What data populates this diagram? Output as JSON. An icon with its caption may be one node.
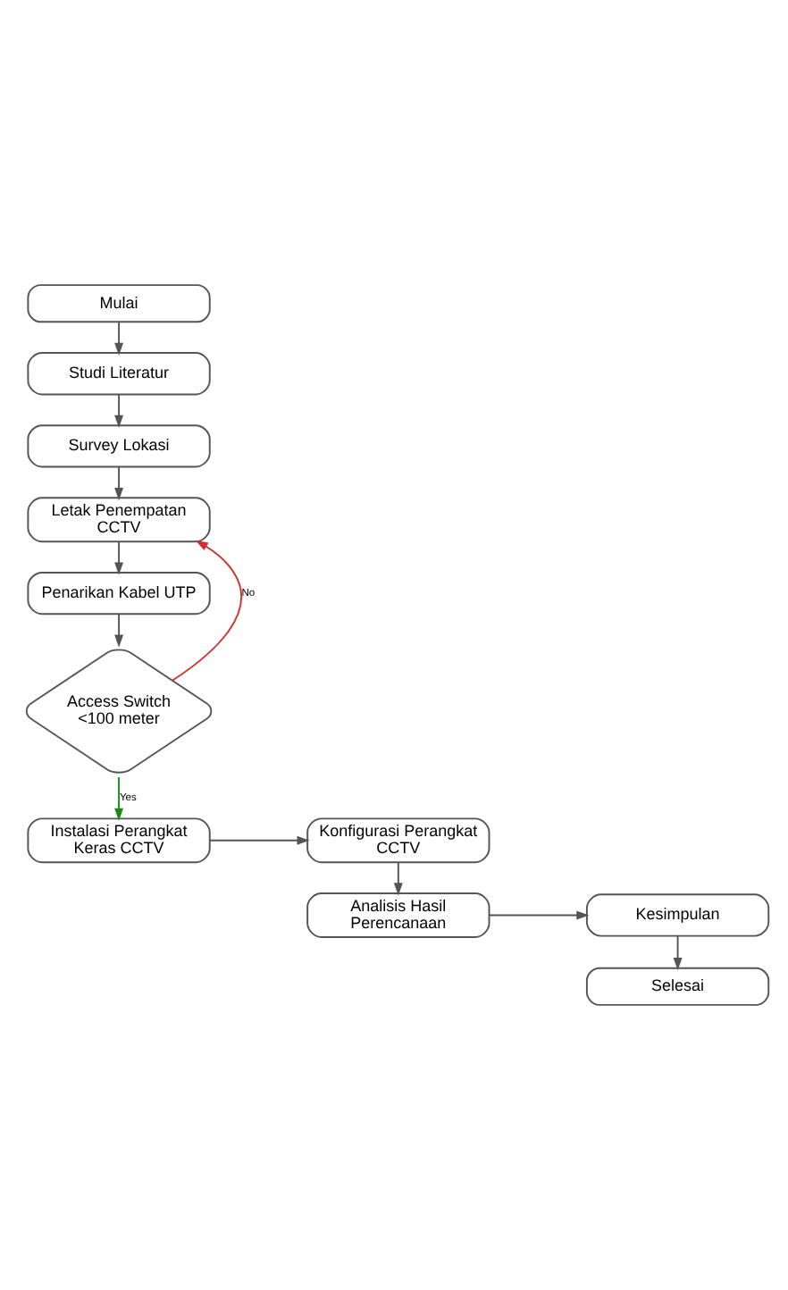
{
  "diagram": {
    "nodes": [
      {
        "text": [
          "Mulai"
        ]
      },
      {
        "text": [
          "Studi Literatur"
        ]
      },
      {
        "text": [
          "Survey Lokasi"
        ]
      },
      {
        "text": [
          "Letak Penempatan CCTV"
        ]
      },
      {
        "text": [
          "Penarikan Kabel UTP"
        ]
      },
      {
        "text": [
          "Access Switch <100 meter"
        ]
      },
      {
        "text": [
          "Instalasi Perangkat Keras CCTV"
        ]
      },
      {
        "text": [
          "Konfigurasi Perangkat CCTV"
        ]
      },
      {
        "text": [
          "Analisis Hasil Perencanaan"
        ]
      },
      {
        "text": [
          "Kesimpulan"
        ]
      },
      {
        "text": [
          "Selesai"
        ]
      }
    ],
    "edges": [
      {
        "from": 0,
        "to": 1,
        "arrow": "to"
      },
      {
        "from": 1,
        "to": 2,
        "arrow": "to"
      },
      {
        "from": 2,
        "to": 3,
        "arrow": "to"
      },
      {
        "from": 3,
        "to": 4,
        "arrow": "to"
      },
      {
        "from": 4,
        "to": 5,
        "arrow": "to"
      },
      {
        "from": 5,
        "to": 3,
        "arrow": "to",
        "label": "No",
        "color": "#d32f2f"
      },
      {
        "from": 5,
        "to": 6,
        "arrow": "to",
        "label": "Yes",
        "color": "#1e8a1e"
      },
      {
        "from": 6,
        "to": 7,
        "arrow": "to"
      },
      {
        "from": 7,
        "to": 8,
        "arrow": "to"
      },
      {
        "from": 8,
        "to": 9,
        "arrow": "to"
      },
      {
        "from": 9,
        "to": 10,
        "arrow": "to"
      }
    ]
  }
}
